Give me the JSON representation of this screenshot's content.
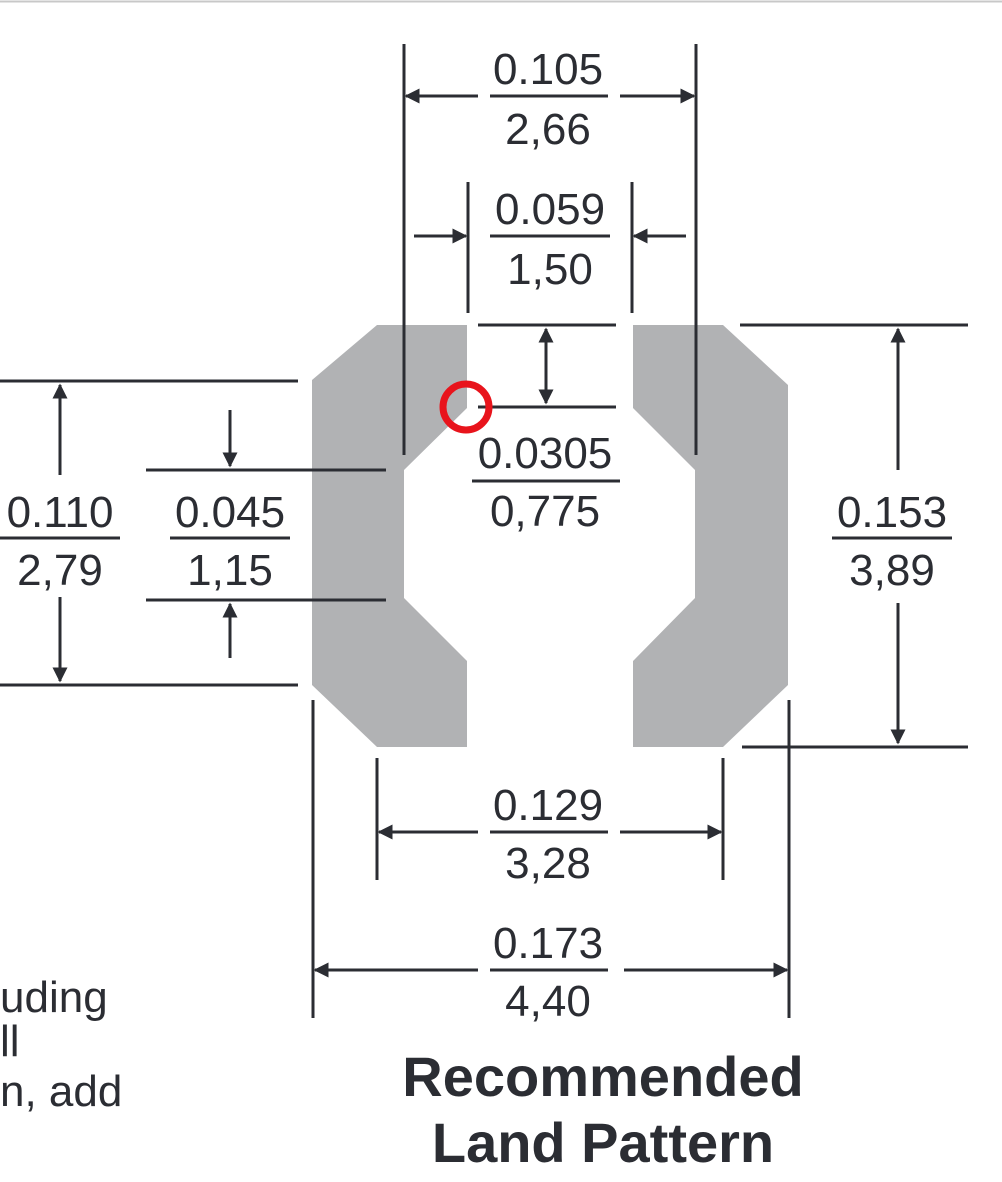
{
  "diagram": {
    "title_line1": "Recommended",
    "title_line2": "Land Pattern",
    "dimensions": {
      "d0105": {
        "inch": "0.105",
        "mm": "2,66"
      },
      "d0059": {
        "inch": "0.059",
        "mm": "1,50"
      },
      "d0305": {
        "inch": "0.0305",
        "mm": "0,775"
      },
      "d0110": {
        "inch": "0.110",
        "mm": "2,79"
      },
      "d0045": {
        "inch": "0.045",
        "mm": "1,15"
      },
      "d0153": {
        "inch": "0.153",
        "mm": "3,89"
      },
      "d0129": {
        "inch": "0.129",
        "mm": "3,28"
      },
      "d0173": {
        "inch": "0.173",
        "mm": "4,40"
      }
    },
    "side_text": [
      "uding",
      "ll",
      "n, add"
    ],
    "colors": {
      "pad": "#b1b2b4",
      "ink": "#2b2d33",
      "marker": "#e8141c"
    }
  }
}
